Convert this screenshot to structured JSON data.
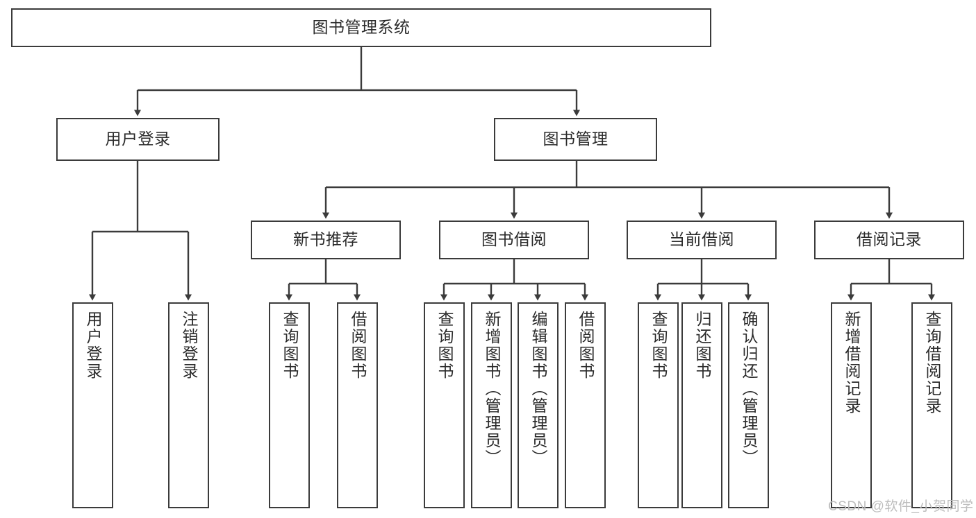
{
  "diagram": {
    "title": "图书管理系统",
    "watermark": "CSDN @软件_小贺同学",
    "colors": {
      "stroke": "#3b3b3b",
      "text": "#2b2b2b",
      "background": "#ffffff",
      "watermark": "#bdbdbd"
    },
    "nodes": {
      "root": {
        "label": "图书管理系统"
      },
      "level2": [
        {
          "label": "用户登录"
        },
        {
          "label": "图书管理"
        }
      ],
      "level3": [
        {
          "label": "新书推荐"
        },
        {
          "label": "图书借阅"
        },
        {
          "label": "当前借阅"
        },
        {
          "label": "借阅记录"
        }
      ],
      "leaves": [
        {
          "label": "用户登录"
        },
        {
          "label": "注销登录"
        },
        {
          "label": "查询图书"
        },
        {
          "label": "借阅图书"
        },
        {
          "label": "查询图书"
        },
        {
          "label": "新增图书（管理员）"
        },
        {
          "label": "编辑图书（管理员）"
        },
        {
          "label": "借阅图书"
        },
        {
          "label": "查询图书"
        },
        {
          "label": "归还图书"
        },
        {
          "label": "确认归还（管理员）"
        },
        {
          "label": "新增借阅记录"
        },
        {
          "label": "查询借阅记录"
        }
      ]
    }
  }
}
